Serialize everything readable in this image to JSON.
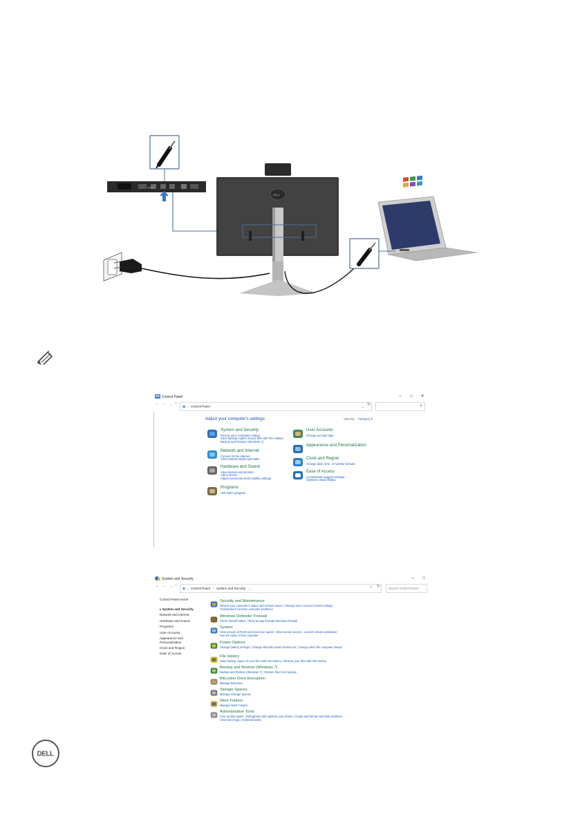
{
  "colors": {
    "link_green": "#1e7145",
    "link_blue": "#1a5bbf",
    "frame": "#4d6f9a"
  },
  "connection_diagram": {
    "port_labels": [
      "Type-C"
    ]
  },
  "control_panel": {
    "window_title": "Control Panel",
    "address": "Control Panel",
    "page_heading": "Adjust your computer's settings",
    "view_by_label": "View by:",
    "view_by_value": "Category",
    "left_column": [
      {
        "icon": "shield-icon",
        "title": "System and Security",
        "links": [
          "Review your computer's status",
          "Save backup copies of your files with File History",
          "Backup and Restore (Windows 7)"
        ]
      },
      {
        "icon": "globe-network-icon",
        "title": "Network and Internet",
        "links": [
          "Connect to the Internet",
          "View network status and tasks"
        ]
      },
      {
        "icon": "printer-icon",
        "title": "Hardware and Sound",
        "links": [
          "View devices and printers",
          "Add a device",
          "Adjust commonly used mobility settings"
        ]
      },
      {
        "icon": "programs-icon",
        "title": "Programs",
        "links": [
          "Uninstall a program"
        ]
      }
    ],
    "right_column": [
      {
        "icon": "users-icon",
        "title": "User Accounts",
        "links": [
          "Change account type"
        ]
      },
      {
        "icon": "appearance-icon",
        "title": "Appearance and Personalization",
        "links": []
      },
      {
        "icon": "clock-globe-icon",
        "title": "Clock and Region",
        "links": [
          "Change date, time, or number formats"
        ]
      },
      {
        "icon": "ease-of-access-icon",
        "title": "Ease of Access",
        "links": [
          "Let Windows suggest settings",
          "Optimize visual display"
        ]
      }
    ]
  },
  "system_security": {
    "window_title": "System and Security",
    "address_parts": [
      "Control Panel",
      "System and Security"
    ],
    "search_placeholder": "Search Control Panel",
    "sidebar": [
      "Control Panel Home",
      "System and Security",
      "Network and Internet",
      "Hardware and Sound",
      "Programs",
      "User Accounts",
      "Appearance and Personalization",
      "Clock and Region",
      "Ease of Access"
    ],
    "items": [
      {
        "icon": "flag-icon",
        "title": "Security and Maintenance",
        "lines": [
          [
            "Review your computer's status and resolve issues",
            "Change User Account Control settings"
          ],
          [
            "Troubleshoot common computer problems"
          ]
        ]
      },
      {
        "icon": "firewall-icon",
        "title": "Windows Defender Firewall",
        "lines": [
          [
            "Check firewall status",
            "Allow an app through Windows Firewall"
          ]
        ]
      },
      {
        "icon": "computer-icon",
        "title": "System",
        "lines": [
          [
            "View amount of RAM and processor speed",
            "Allow remote access",
            "Launch remote assistance"
          ],
          [
            "See the name of this computer"
          ]
        ]
      },
      {
        "icon": "power-icon",
        "title": "Power Options",
        "lines": [
          [
            "Change battery settings",
            "Change what the power buttons do",
            "Change when the computer sleeps"
          ]
        ]
      },
      {
        "icon": "file-history-icon",
        "title": "File History",
        "lines": [
          [
            "Save backup copies of your files with File History",
            "Restore your files with File History"
          ]
        ]
      },
      {
        "icon": "backup-icon",
        "title": "Backup and Restore (Windows 7)",
        "lines": [
          [
            "Backup and Restore (Windows 7)",
            "Restore files from backup"
          ]
        ]
      },
      {
        "icon": "bitlocker-icon",
        "title": "BitLocker Drive Encryption",
        "lines": [
          [
            "Manage BitLocker"
          ]
        ]
      },
      {
        "icon": "storage-icon",
        "title": "Storage Spaces",
        "lines": [
          [
            "Manage Storage Spaces"
          ]
        ]
      },
      {
        "icon": "work-folders-icon",
        "title": "Work Folders",
        "lines": [
          [
            "Manage Work Folders"
          ]
        ]
      },
      {
        "icon": "admin-tools-icon",
        "title": "Administrative Tools",
        "lines": [
          [
            "Free up disk space",
            "Defragment and optimize your drives",
            "Create and format hard disk partitions"
          ],
          [
            "View event logs",
            "Schedule tasks"
          ]
        ]
      }
    ]
  }
}
